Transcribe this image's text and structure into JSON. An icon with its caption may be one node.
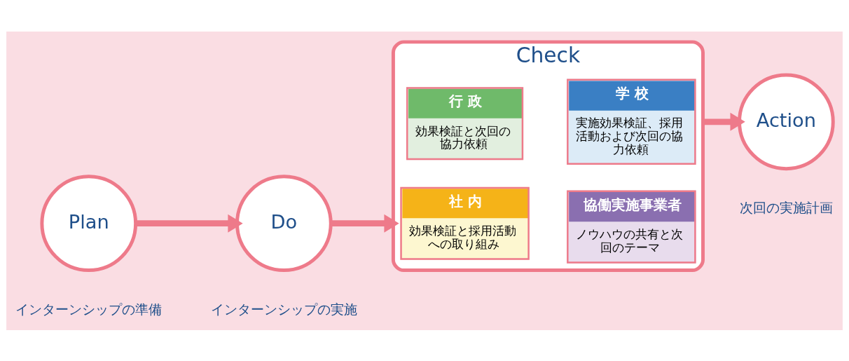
{
  "diagram": {
    "nodes": [
      {
        "text": [
          "Plan"
        ],
        "beside": [
          "インターンシップの準備"
        ]
      },
      {
        "text": [
          "Do"
        ],
        "beside": [
          "インターンシップの実施"
        ]
      },
      {
        "text": [
          "Check"
        ]
      },
      {
        "text": [
          "社 内",
          "効果検証と採用活動への取り組み"
        ],
        "in": 2
      },
      {
        "text": [
          "協働実施事業者",
          "ノウハウの共有と次回のテーマ"
        ],
        "in": 2
      },
      {
        "text": [
          "行 政",
          "効果検証と次回の協力依頼"
        ],
        "in": 2
      },
      {
        "text": [
          "学 校",
          "実施効果検証、採用活動および次回の協力依頼"
        ],
        "in": 2
      },
      {
        "text": [
          "Action"
        ],
        "beside": [
          "次回の実施計画"
        ]
      }
    ],
    "edges": [
      {
        "from": 0,
        "to": 1,
        "arrow": "to"
      },
      {
        "from": 1,
        "to": 2,
        "arrow": "to"
      },
      {
        "from": 2,
        "to": 7,
        "arrow": "to"
      }
    ]
  }
}
